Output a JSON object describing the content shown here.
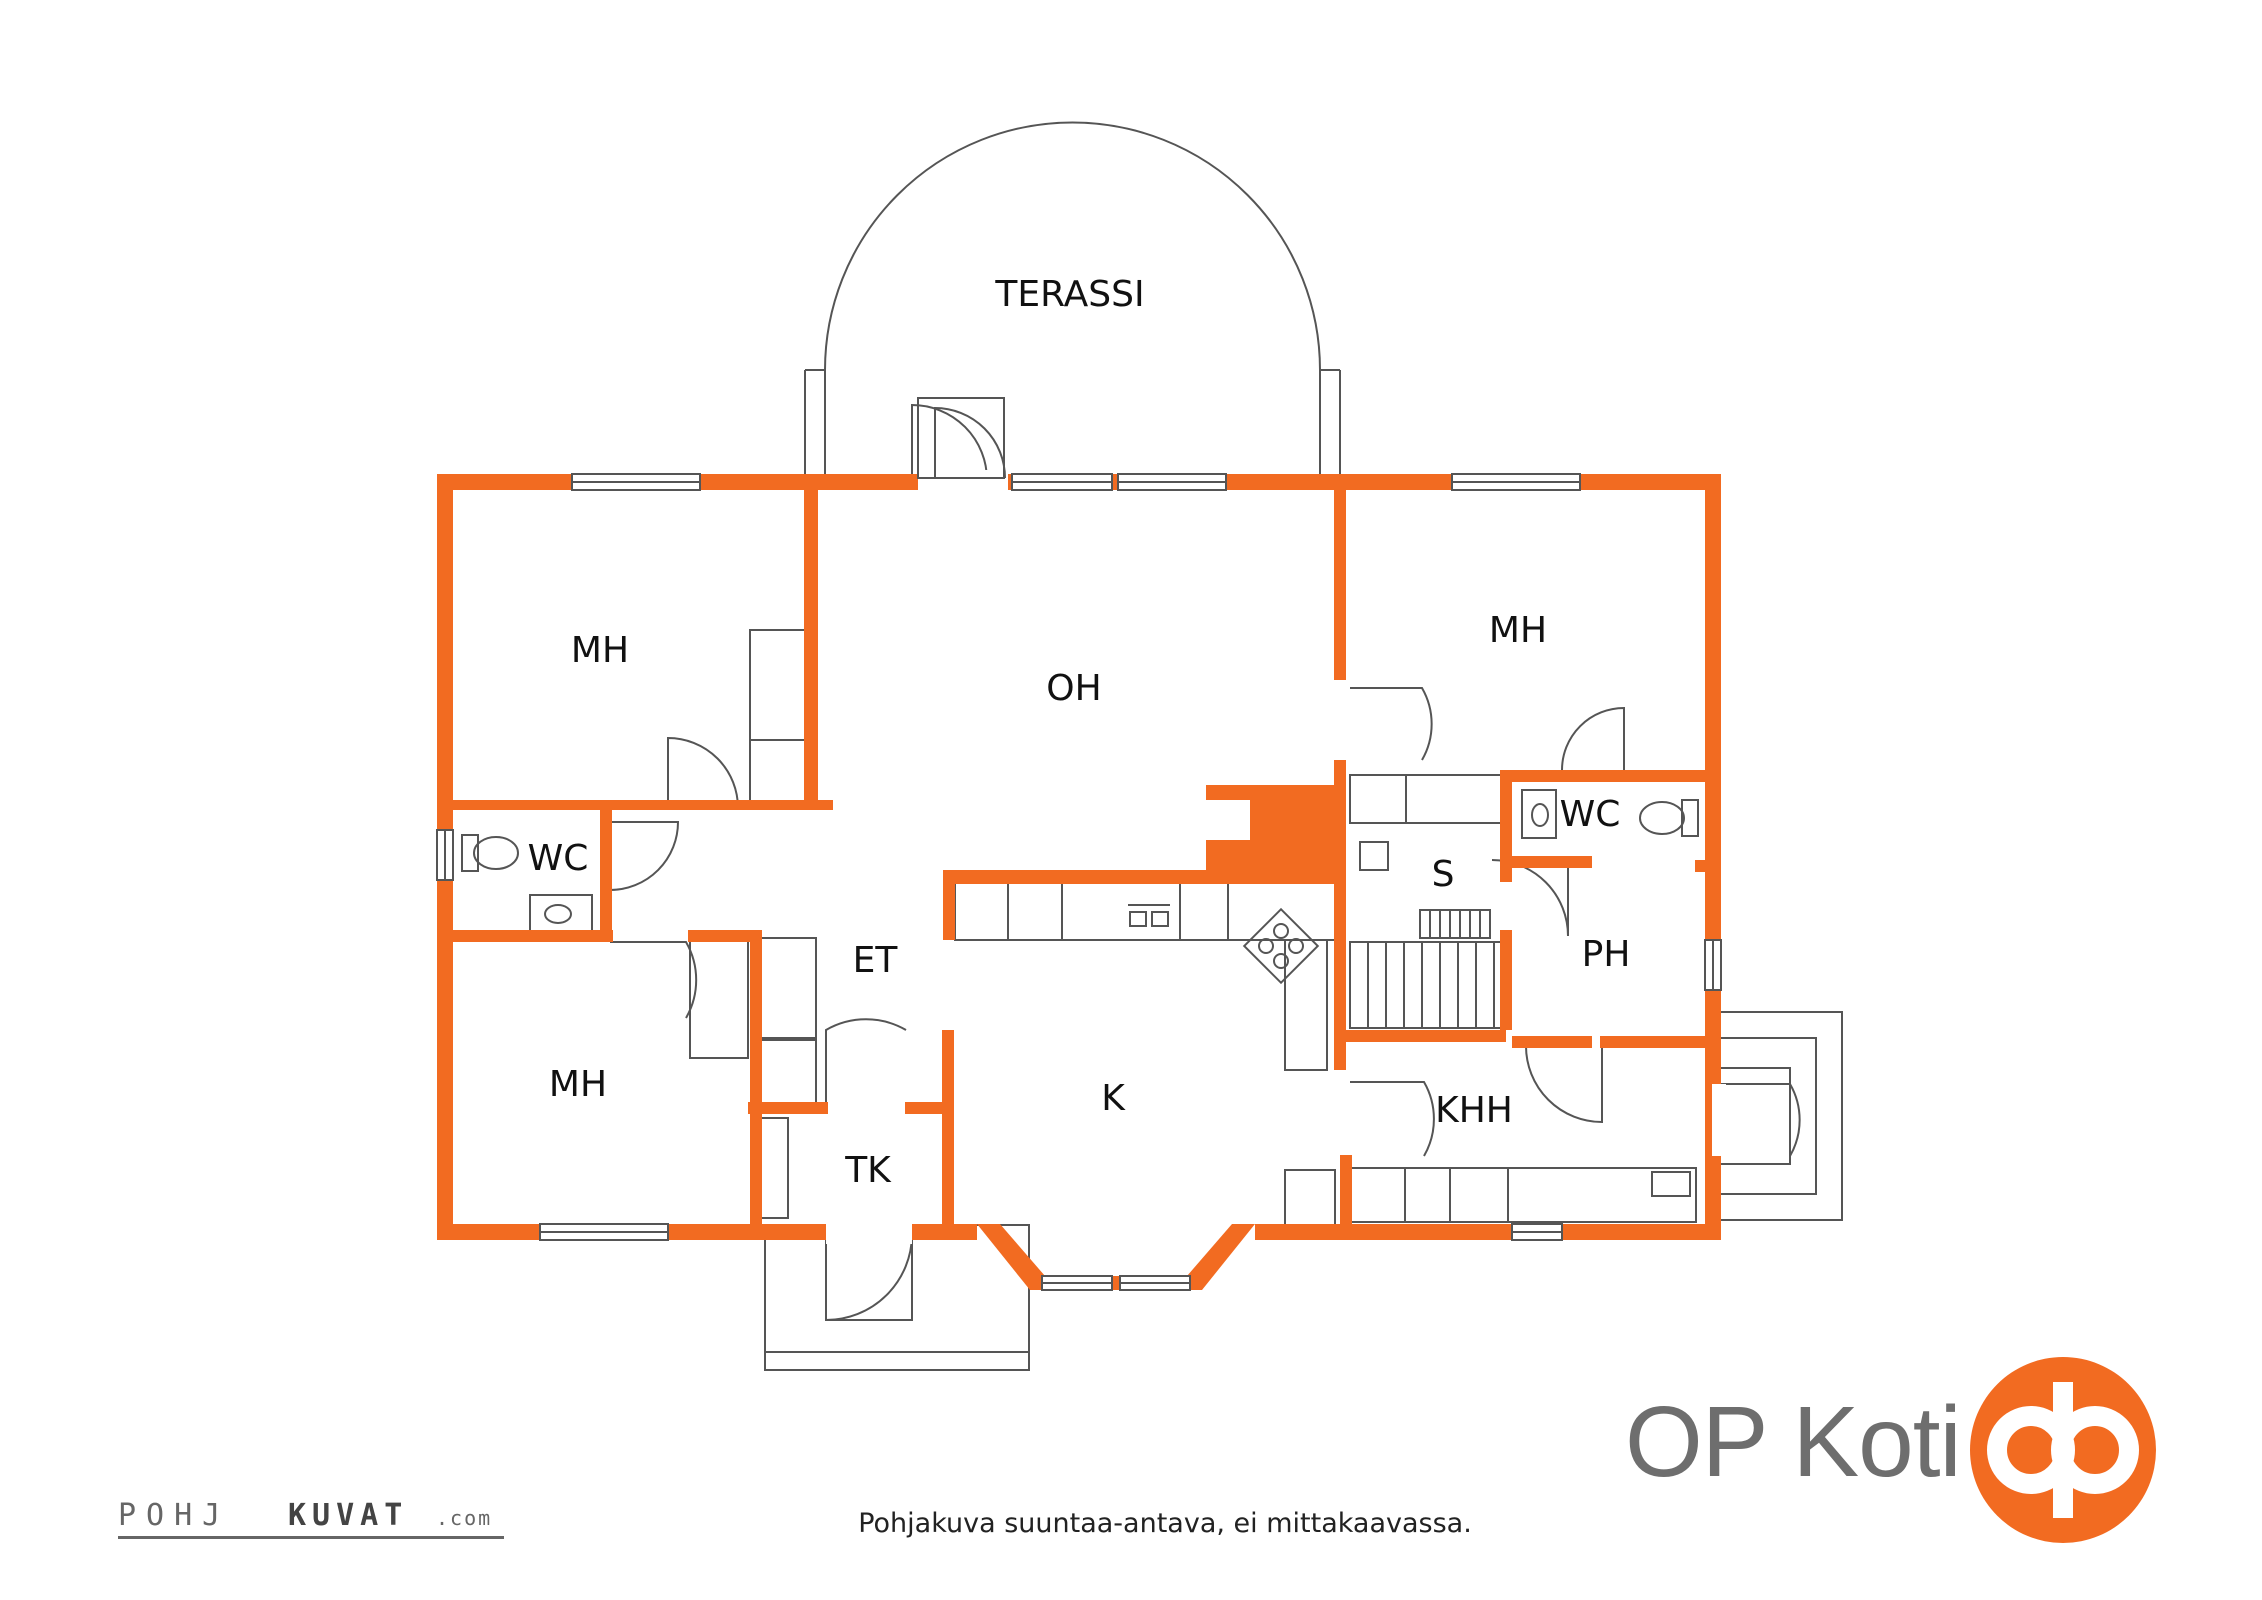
{
  "floorplan": {
    "rooms": {
      "terrace": "TERASSI",
      "living_room": "OH",
      "bedroom_nw": "MH",
      "bedroom_ne": "MH",
      "bedroom_sw": "MH",
      "wc_west": "WC",
      "wc_east": "WC",
      "hall": "ET",
      "kitchen": "K",
      "sauna": "S",
      "washroom": "PH",
      "utility_room": "KHH",
      "closet": "TK"
    },
    "disclaimer": "Pohjakuva suuntaa-antava, ei mittakaavassa."
  },
  "branding": {
    "name": "OP Koti",
    "logo_color": "#f26b21",
    "credit_part1": "POHJ",
    "credit_part2": "KUVAT",
    "credit_part3": ".com"
  },
  "colors": {
    "wall": "#f26b21",
    "line": "#555555"
  }
}
